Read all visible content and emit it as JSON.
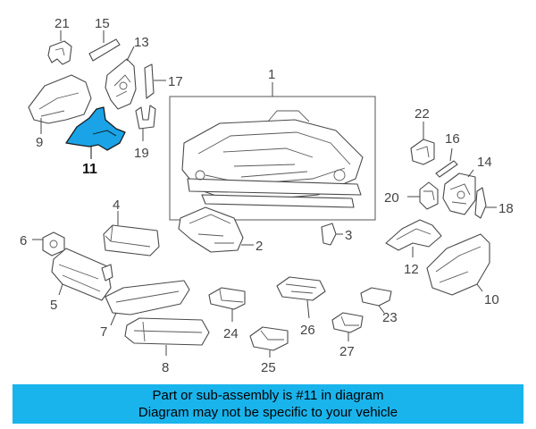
{
  "diagram": {
    "highlight_color": "#1aa3e6",
    "callouts": {
      "c1": "1",
      "c2": "2",
      "c3": "3",
      "c4": "4",
      "c5": "5",
      "c6": "6",
      "c7": "7",
      "c8": "8",
      "c9": "9",
      "c10": "10",
      "c11": "11",
      "c12": "12",
      "c13": "13",
      "c14": "14",
      "c15": "15",
      "c16": "16",
      "c17": "17",
      "c18": "18",
      "c19": "19",
      "c20": "20",
      "c21": "21",
      "c22": "22",
      "c23": "23",
      "c24": "24",
      "c25": "25",
      "c26": "26",
      "c27": "27"
    }
  },
  "banner": {
    "line1": "Part or sub-assembly is #11 in diagram",
    "line2": "Diagram may not be specific to your vehicle",
    "background": "#1ab4ec"
  }
}
